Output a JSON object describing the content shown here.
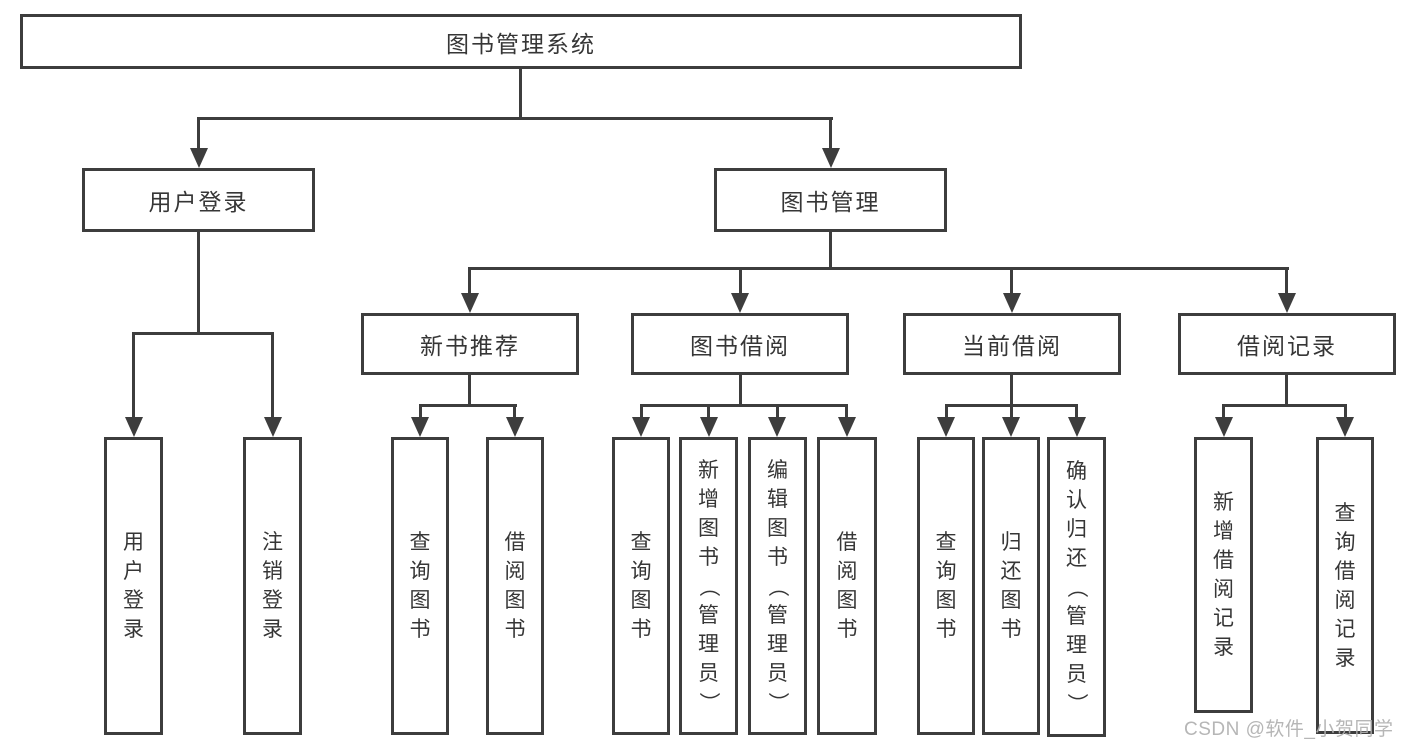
{
  "diagram": {
    "root": {
      "label": "图书管理系统"
    },
    "branches": [
      {
        "label": "用户登录",
        "children": [
          {
            "label": "用户登录"
          },
          {
            "label": "注销登录"
          }
        ]
      },
      {
        "label": "图书管理",
        "children": [
          {
            "label": "新书推荐",
            "children": [
              {
                "label": "查询图书"
              },
              {
                "label": "借阅图书"
              }
            ]
          },
          {
            "label": "图书借阅",
            "children": [
              {
                "label": "查询图书"
              },
              {
                "label": "新增图书（管理员）"
              },
              {
                "label": "编辑图书（管理员）"
              },
              {
                "label": "借阅图书"
              }
            ]
          },
          {
            "label": "当前借阅",
            "children": [
              {
                "label": "查询图书"
              },
              {
                "label": "归还图书"
              },
              {
                "label": "确认归还（管理员）"
              }
            ]
          },
          {
            "label": "借阅记录",
            "children": [
              {
                "label": "新增借阅记录"
              },
              {
                "label": "查询借阅记录"
              }
            ]
          }
        ]
      }
    ],
    "watermark": "CSDN @软件_小贺同学",
    "colors": {
      "line": "#3d3d3d",
      "text": "#363636",
      "watermark": "#b0b0b0",
      "background": "#ffffff"
    }
  }
}
